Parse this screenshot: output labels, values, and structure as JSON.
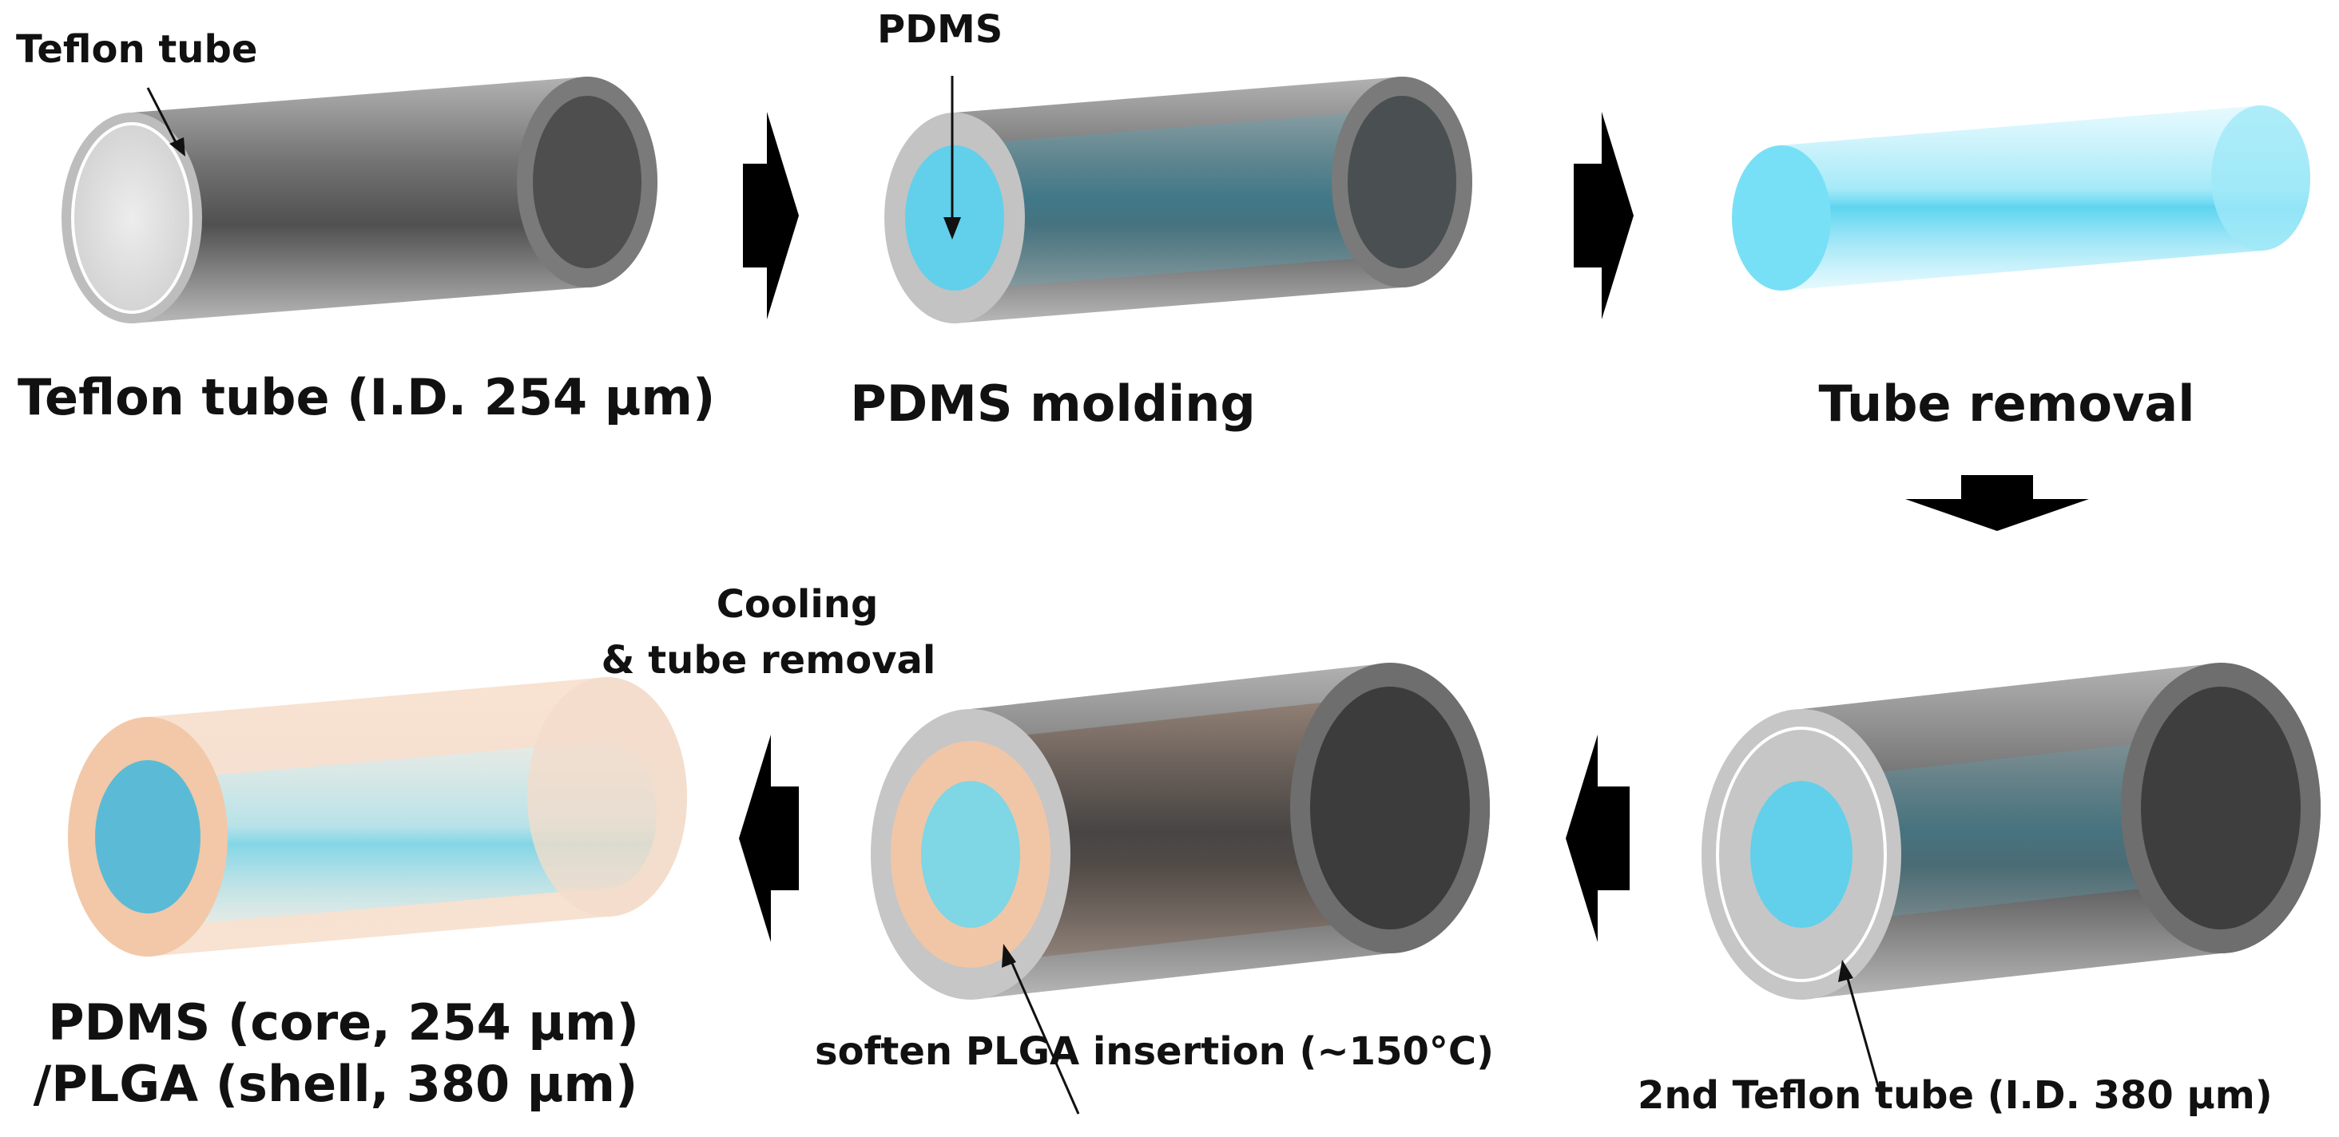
{
  "steps": {
    "teflon_tube": {
      "callout": "Teflon tube",
      "caption": "Teflon tube (I.D. 254 μm)"
    },
    "pdms_molding": {
      "callout": "PDMS",
      "caption": "PDMS molding"
    },
    "tube_removal": {
      "caption": "Tube removal"
    },
    "second_teflon": {
      "caption": "2nd Teflon tube (I.D. 380 μm)"
    },
    "plga_insertion": {
      "caption": "soften PLGA insertion (~150°C)"
    },
    "cooling": {
      "line1": "Cooling",
      "line2": "& tube removal"
    },
    "final": {
      "line1": "PDMS (core, 254 μm)",
      "line2": "/PLGA (shell, 380 μm)"
    }
  },
  "colors": {
    "teflon": "#5a5a5a",
    "teflon_face": "#d8d8d8",
    "pdms": "#62d4ee",
    "plga": "#f2c8a8",
    "arrow": "#000000"
  }
}
